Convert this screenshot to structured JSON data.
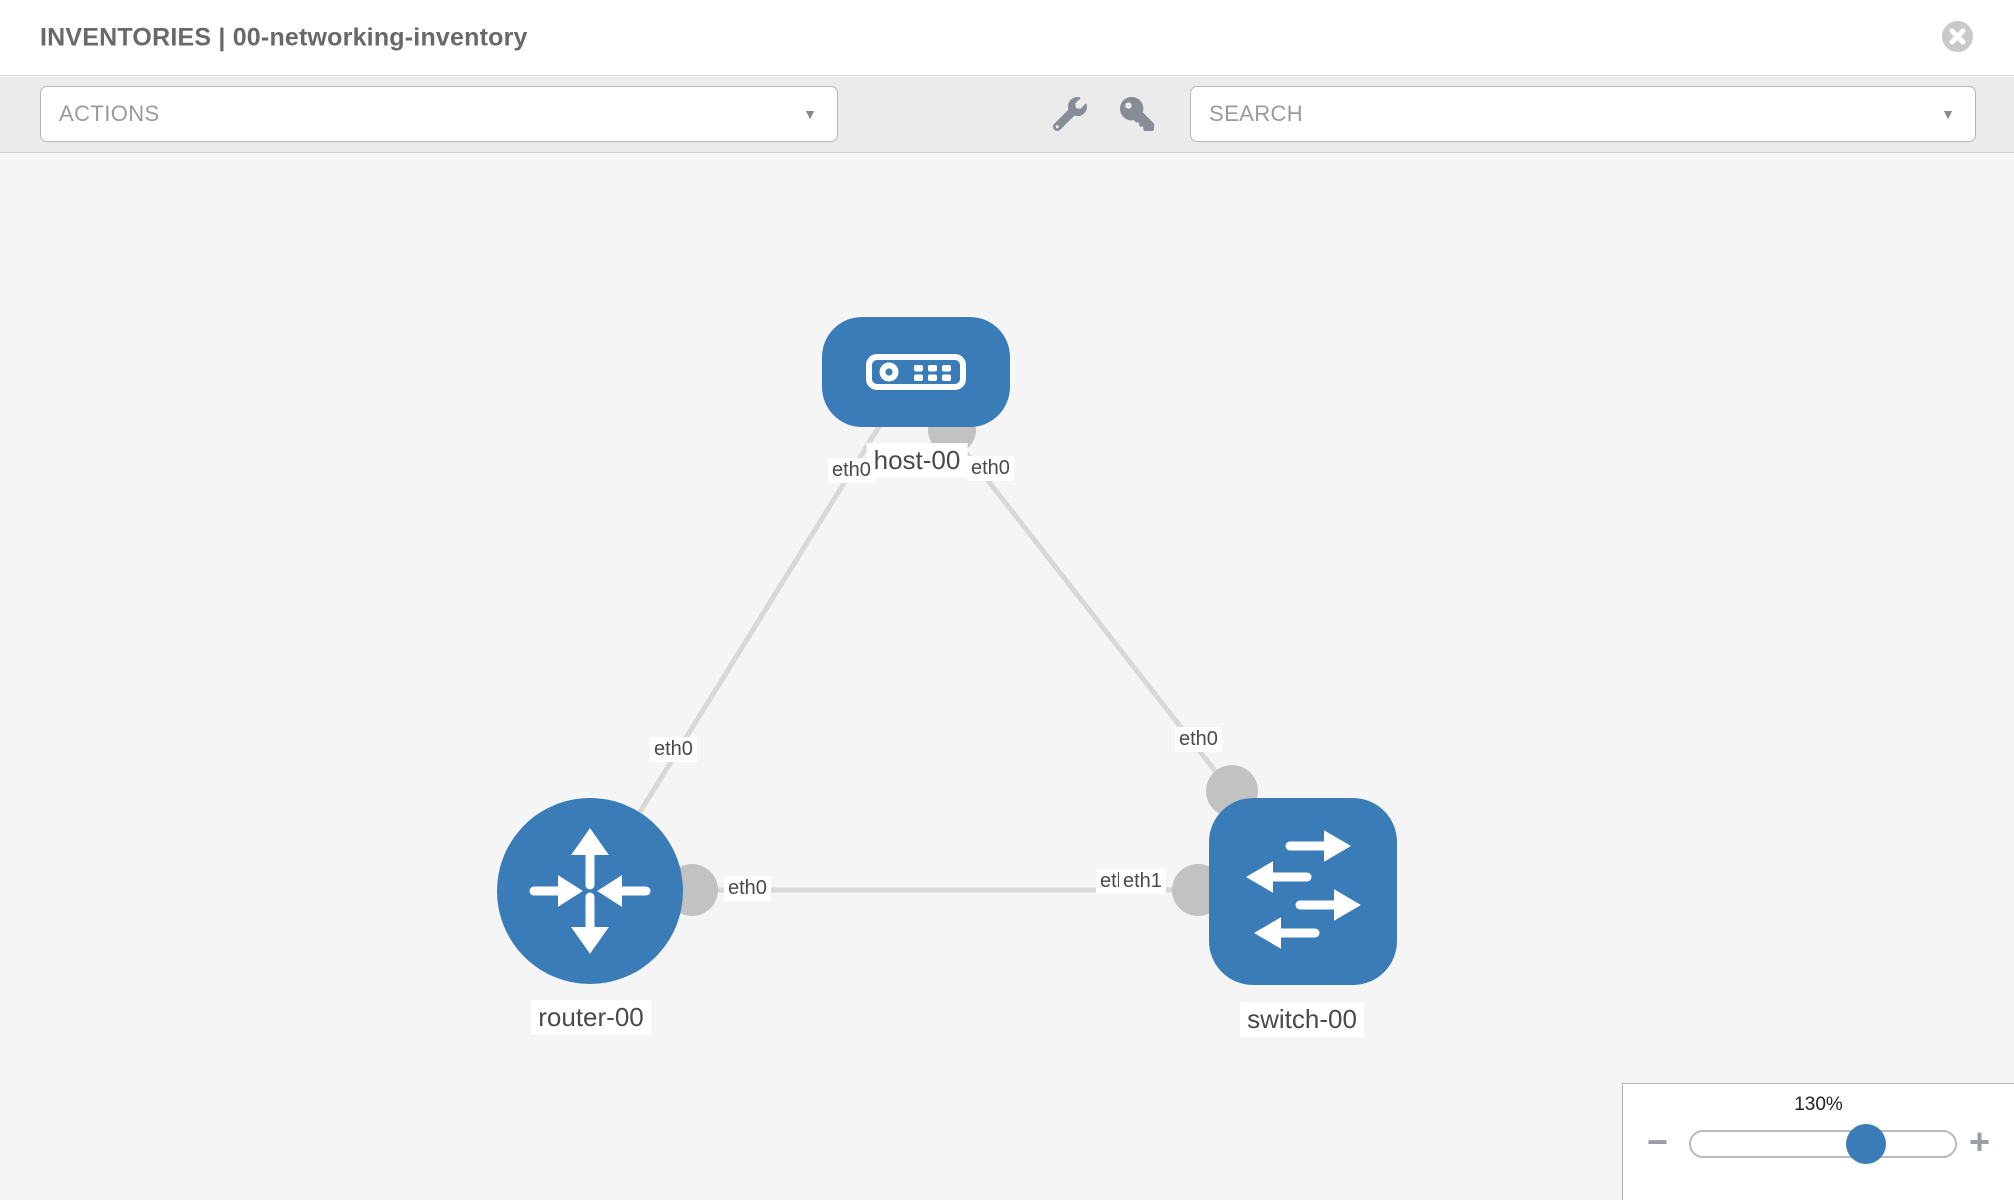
{
  "header": {
    "title": "INVENTORIES | 00-networking-inventory"
  },
  "toolbar": {
    "actions_placeholder": "ACTIONS",
    "search_placeholder": "SEARCH"
  },
  "icons": {
    "dropdown_caret": "▼",
    "close": "x",
    "wrench": "wrench",
    "key": "key"
  },
  "topology": {
    "nodes": [
      {
        "label": "host-00",
        "type": "host"
      },
      {
        "label": "router-00",
        "type": "router"
      },
      {
        "label": "switch-00",
        "type": "switch"
      }
    ],
    "interfaces": {
      "host_to_router": "eth0",
      "router_to_host": "eth0",
      "host_to_switch": "eth0",
      "switch_to_host": "eth0",
      "router_to_switch": "eth0",
      "switch_to_router": "eth1",
      "switch_to_router_overlapped": "eth0"
    }
  },
  "zoom_control": {
    "level": "130%",
    "zoom_out": "−",
    "zoom_in": "+"
  },
  "colors": {
    "node_blue": "#3a7cb8",
    "link_gray": "#d8d8d8",
    "port_gray": "#c2c2c2",
    "toolbar_gray": "#ebebeb",
    "canvas_gray": "#f5f5f5"
  }
}
